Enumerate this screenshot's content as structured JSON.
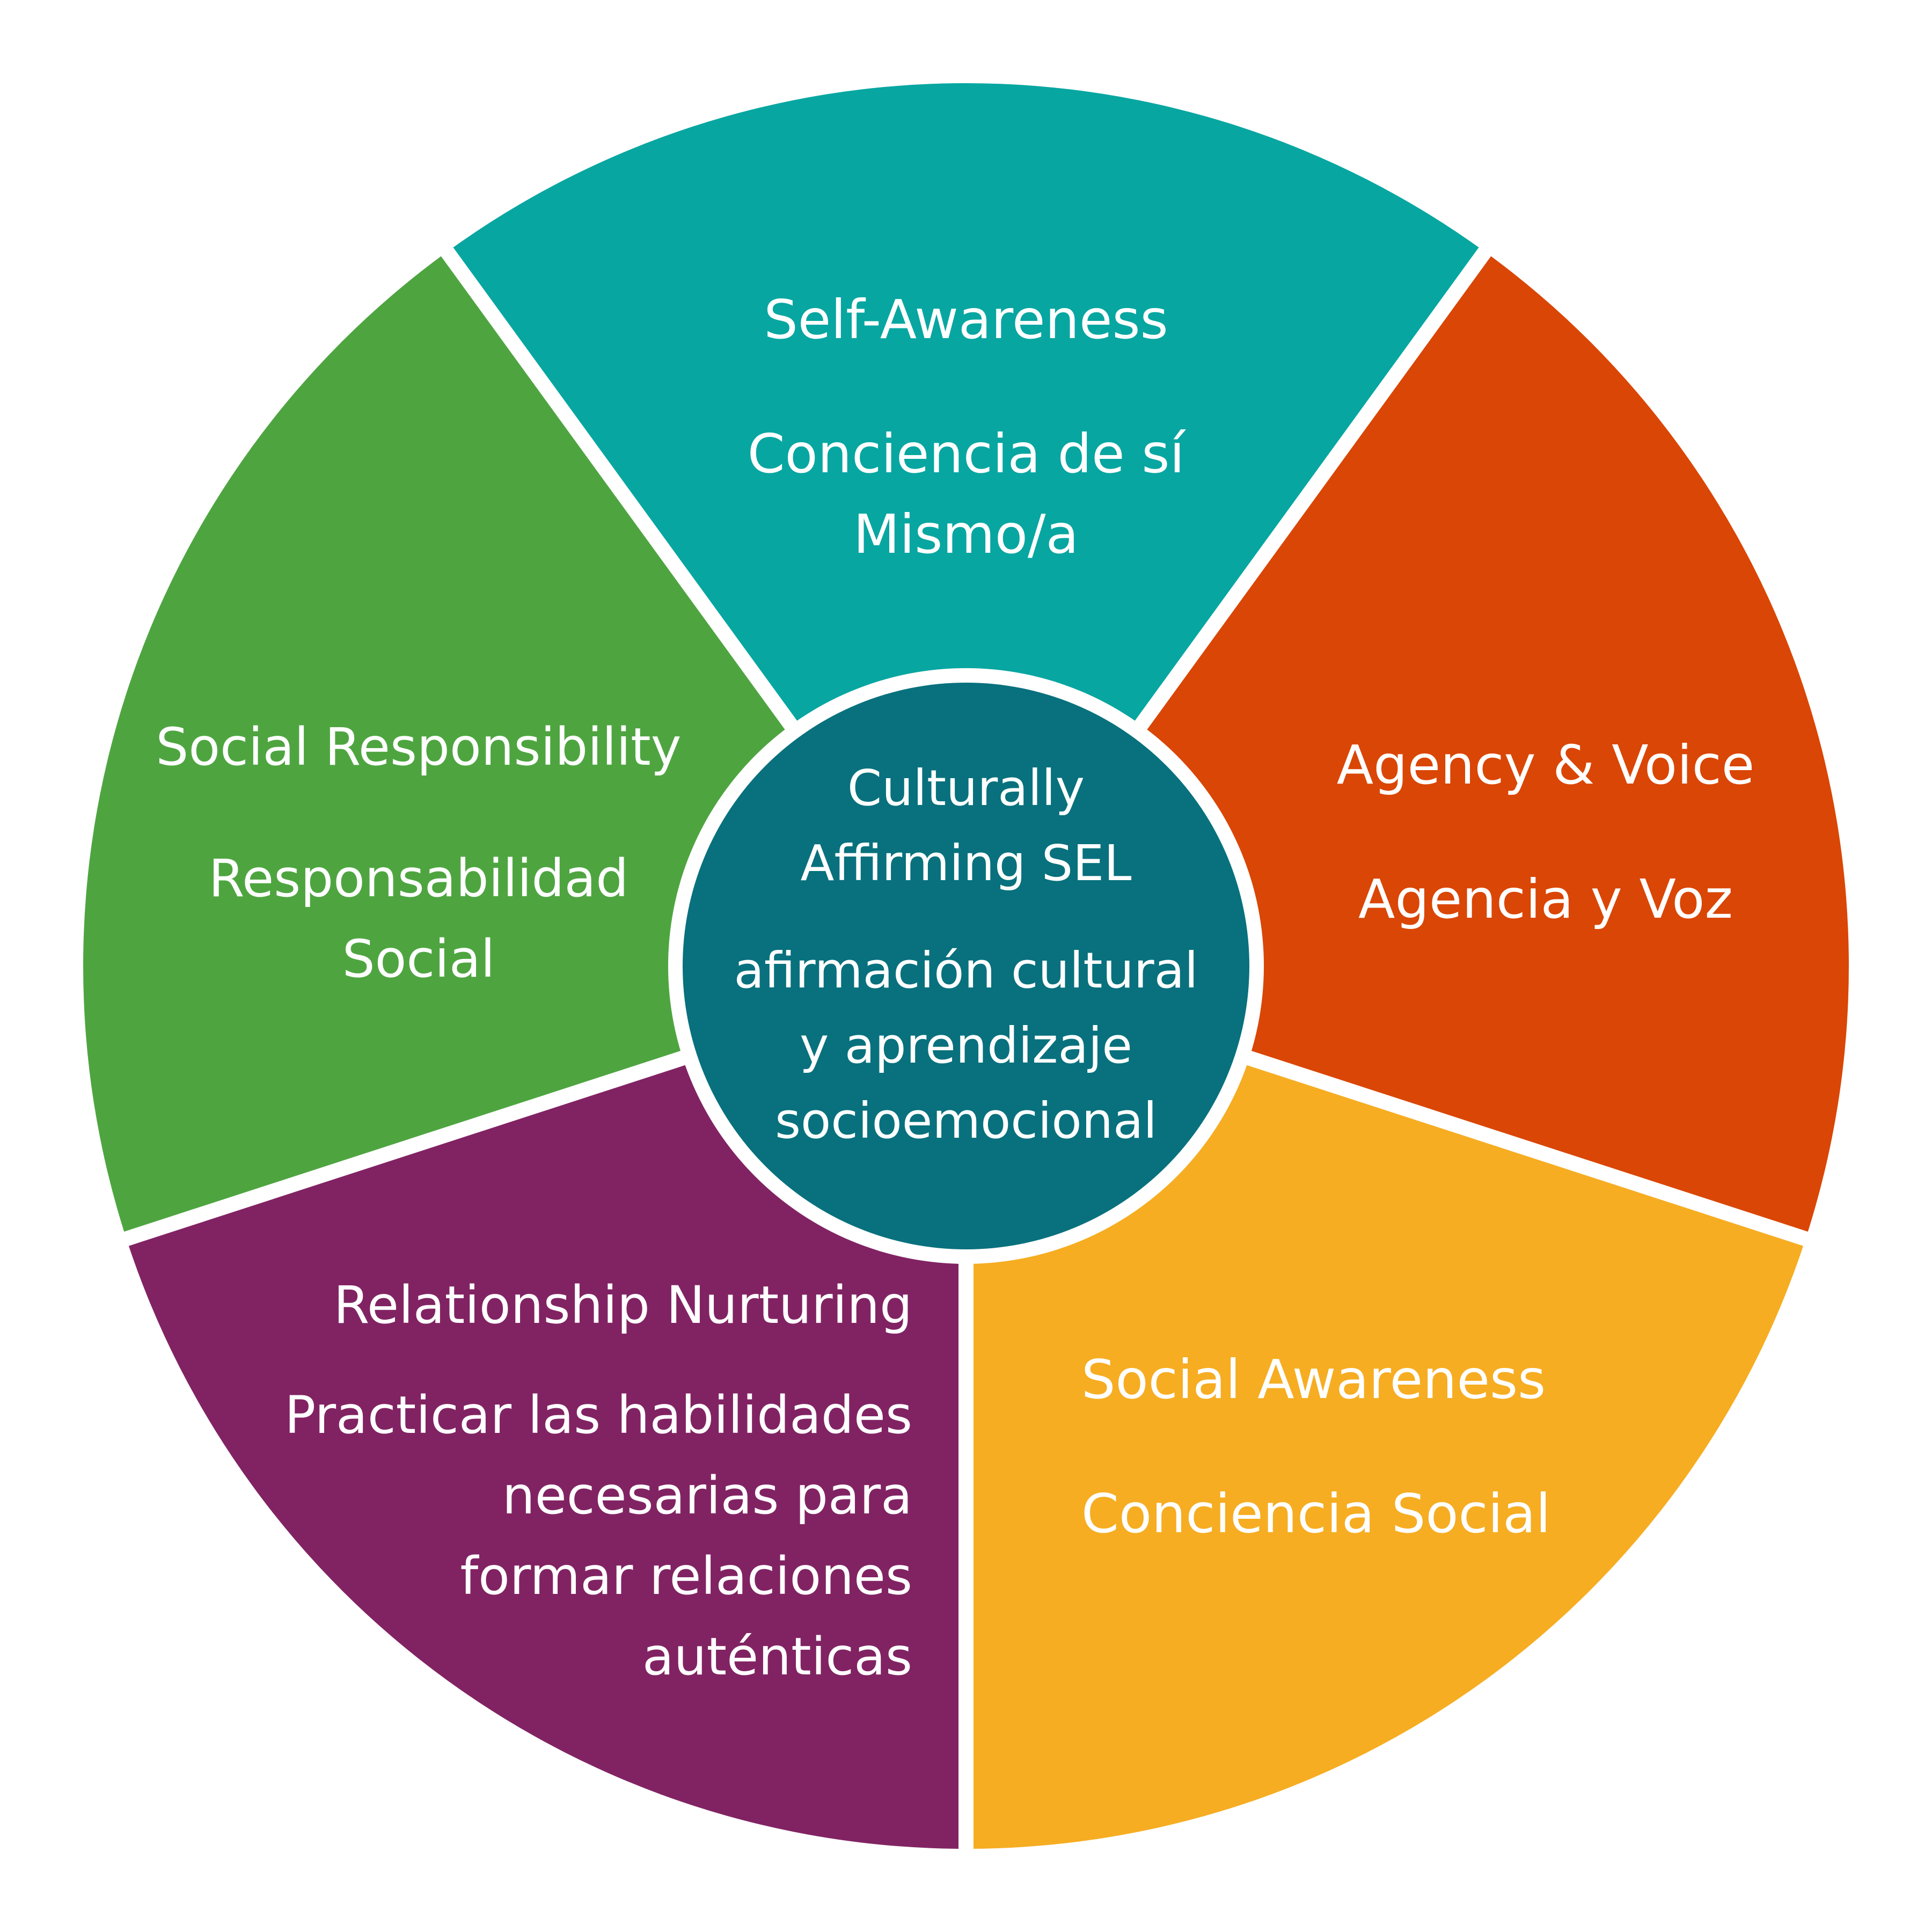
{
  "center": {
    "title_line1": "Culturally",
    "title_line2": "Affirming SEL",
    "subtitle_line1": "afirmación cultural",
    "subtitle_line2": "y aprendizaje",
    "subtitle_line3": "socioemocional",
    "color": "#08717D"
  },
  "segments": [
    {
      "id": "self-awareness",
      "title": "Self-Awareness",
      "lines": [
        "Conciencia de sí",
        "Mismo/a"
      ],
      "color": "#07A6A1"
    },
    {
      "id": "agency-voice",
      "title": "Agency & Voice",
      "lines": [
        "Agencia y Voz"
      ],
      "color": "#DA4605"
    },
    {
      "id": "social-awareness",
      "title": "Social Awareness",
      "lines": [
        "Conciencia Social"
      ],
      "color": "#F6AD22"
    },
    {
      "id": "relationship-nurturing",
      "title": "Relationship Nurturing",
      "lines": [
        "Practicar las habilidades",
        "necesarias para",
        "formar relaciones",
        "auténticas"
      ],
      "color": "#812363"
    },
    {
      "id": "social-responsibility",
      "title": "Social Responsibility",
      "lines": [
        "Responsabilidad",
        "Social"
      ],
      "color": "#4EA540"
    }
  ]
}
